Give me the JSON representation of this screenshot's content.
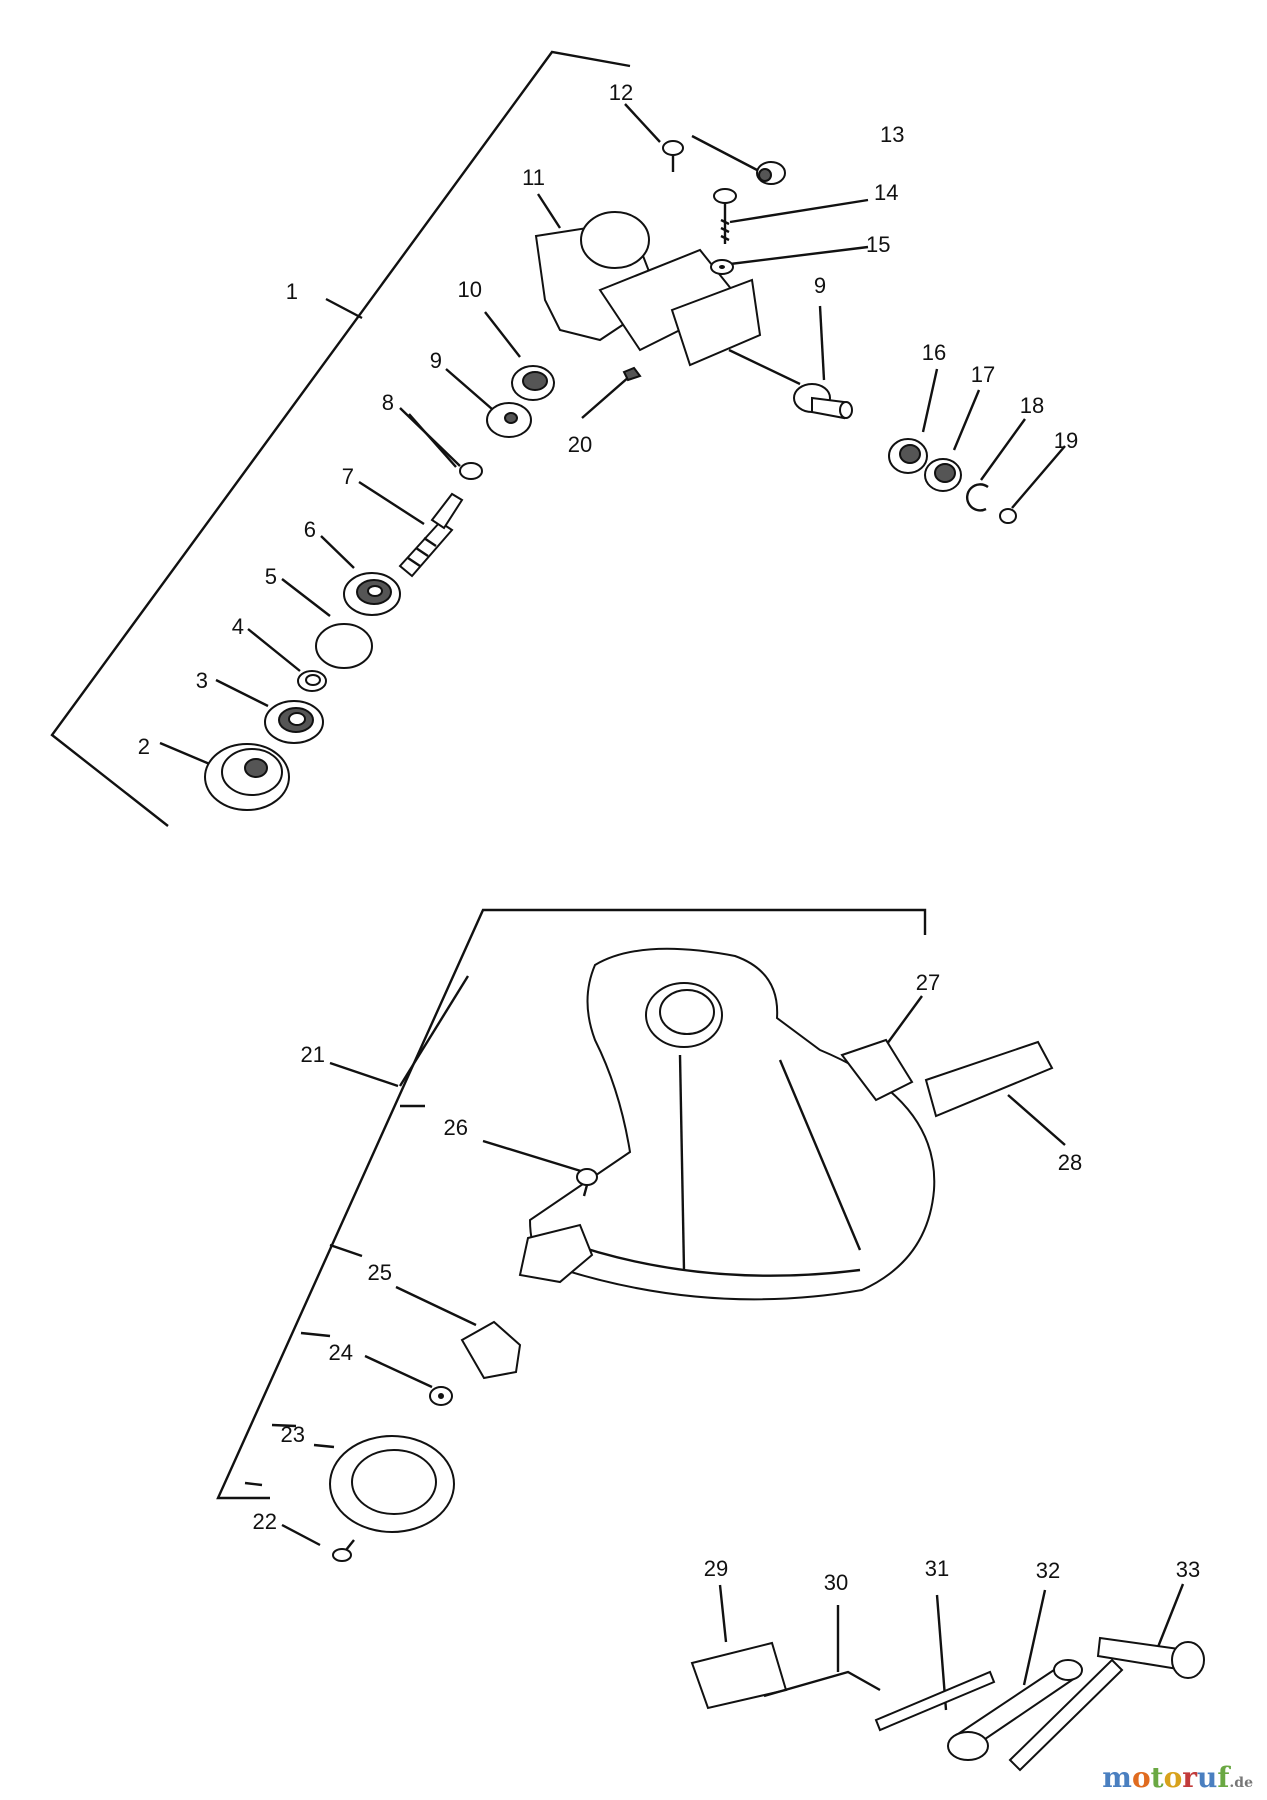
{
  "callouts": [
    "1",
    "2",
    "3",
    "4",
    "5",
    "6",
    "7",
    "8",
    "9",
    "10",
    "11",
    "12",
    "13",
    "14",
    "15",
    "9",
    "16",
    "17",
    "18",
    "19",
    "20",
    "21",
    "22",
    "23",
    "24",
    "25",
    "26",
    "27",
    "28",
    "29",
    "30",
    "31",
    "32",
    "33"
  ],
  "watermark": {
    "letters": [
      {
        "ch": "m",
        "color": "#4a7fc0"
      },
      {
        "ch": "o",
        "color": "#e06b1f"
      },
      {
        "ch": "t",
        "color": "#6aa843"
      },
      {
        "ch": "o",
        "color": "#d8a21c"
      },
      {
        "ch": "r",
        "color": "#c23b3b"
      },
      {
        "ch": "u",
        "color": "#4a7fc0"
      },
      {
        "ch": "f",
        "color": "#6aa843"
      }
    ],
    "tail": ".de"
  }
}
